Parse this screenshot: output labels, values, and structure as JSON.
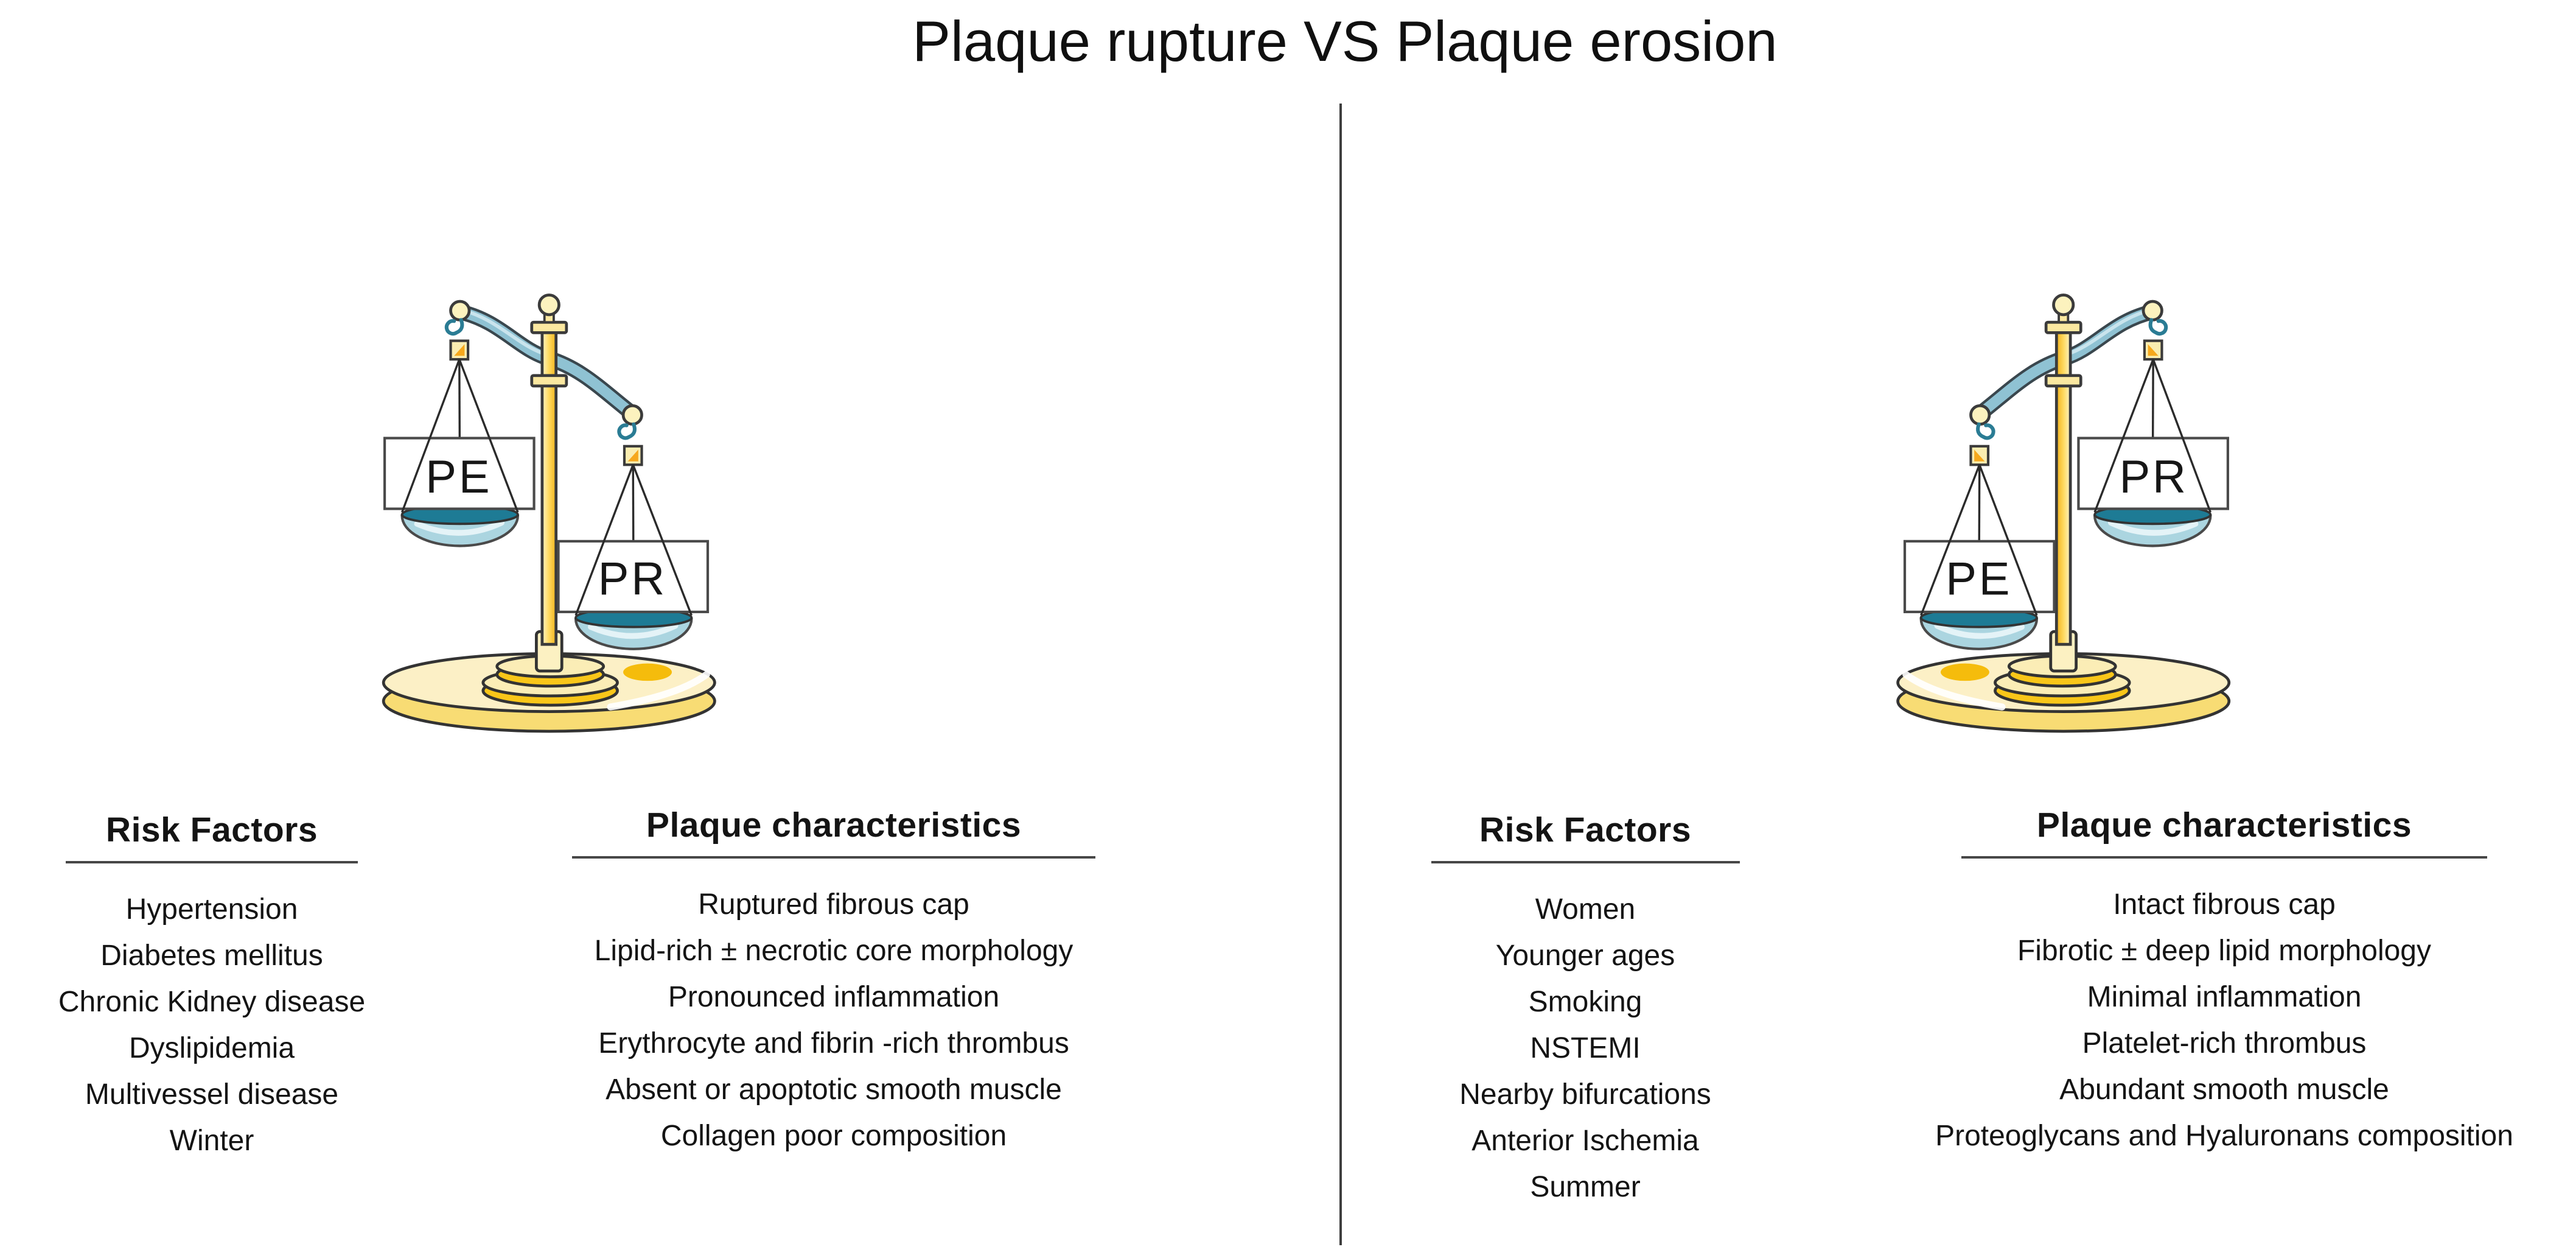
{
  "title": "Plaque rupture VS Plaque erosion",
  "colors": {
    "beam_blue": "#8FC2D3",
    "bowl_teal_rim": "#1E7B95",
    "bowl_blue": "#ABD5E0",
    "gold": "#F9C619",
    "base_pale_yellow": "#FCF0C6",
    "hook_teal": "#2A7C94",
    "divider_gray": "#3F3F3F"
  },
  "left_panel": {
    "scale": {
      "raised_label": "PE",
      "lowered_label": "PR"
    },
    "risk_factors": {
      "heading": "Risk Factors",
      "items": [
        "Hypertension",
        "Diabetes mellitus",
        "Chronic Kidney disease",
        "Dyslipidemia",
        "Multivessel disease",
        "Winter"
      ]
    },
    "plaque_characteristics": {
      "heading": "Plaque characteristics",
      "items": [
        "Ruptured fibrous cap",
        "Lipid-rich ± necrotic core morphology",
        "Pronounced inflammation",
        "Erythrocyte and fibrin -rich thrombus",
        "Absent or apoptotic smooth muscle",
        "Collagen poor composition"
      ]
    }
  },
  "right_panel": {
    "scale": {
      "raised_label": "PR",
      "lowered_label": "PE"
    },
    "risk_factors": {
      "heading": "Risk Factors",
      "items": [
        "Women",
        "Younger ages",
        "Smoking",
        "NSTEMI",
        "Nearby bifurcations",
        "Anterior Ischemia",
        "Summer"
      ]
    },
    "plaque_characteristics": {
      "heading": "Plaque characteristics",
      "items": [
        "Intact fibrous cap",
        "Fibrotic ± deep lipid morphology",
        "Minimal inflammation",
        "Platelet-rich thrombus",
        "Abundant smooth muscle",
        "Proteoglycans and Hyaluronans composition"
      ]
    }
  }
}
